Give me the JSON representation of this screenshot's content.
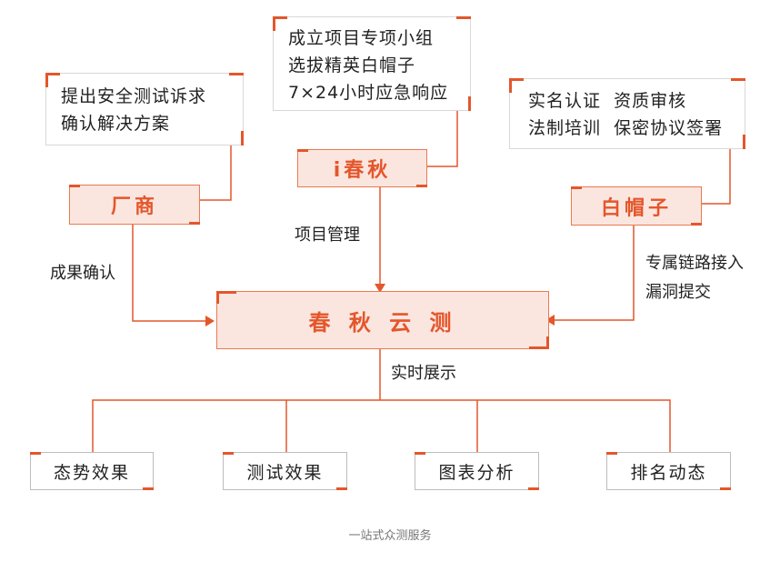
{
  "notes": {
    "vendor_needs": [
      "提出安全测试诉求",
      "确认解决方案"
    ],
    "team": [
      "成立项目专项小组",
      "选拔精英白帽子",
      "7×24小时应急响应"
    ],
    "whitehat_rules": [
      "实名认证  资质审核",
      "法制培训  保密协议签署"
    ]
  },
  "nodes": {
    "vendor": "厂商",
    "ichunqiu": "i春秋",
    "whitehat": "白帽子",
    "center": "春 秋 云 测"
  },
  "edge_labels": {
    "project_mgmt": "项目管理",
    "result_confirm": "成果确认",
    "dedicated_line": [
      "专属链路接入",
      "漏洞提交"
    ],
    "realtime": "实时展示"
  },
  "outputs": [
    "态势效果",
    "测试效果",
    "图表分析",
    "排名动态"
  ],
  "caption": "一站式众测服务",
  "colors": {
    "accent": "#e4562b",
    "fill": "#fbe6df",
    "line": "#e97a50"
  }
}
